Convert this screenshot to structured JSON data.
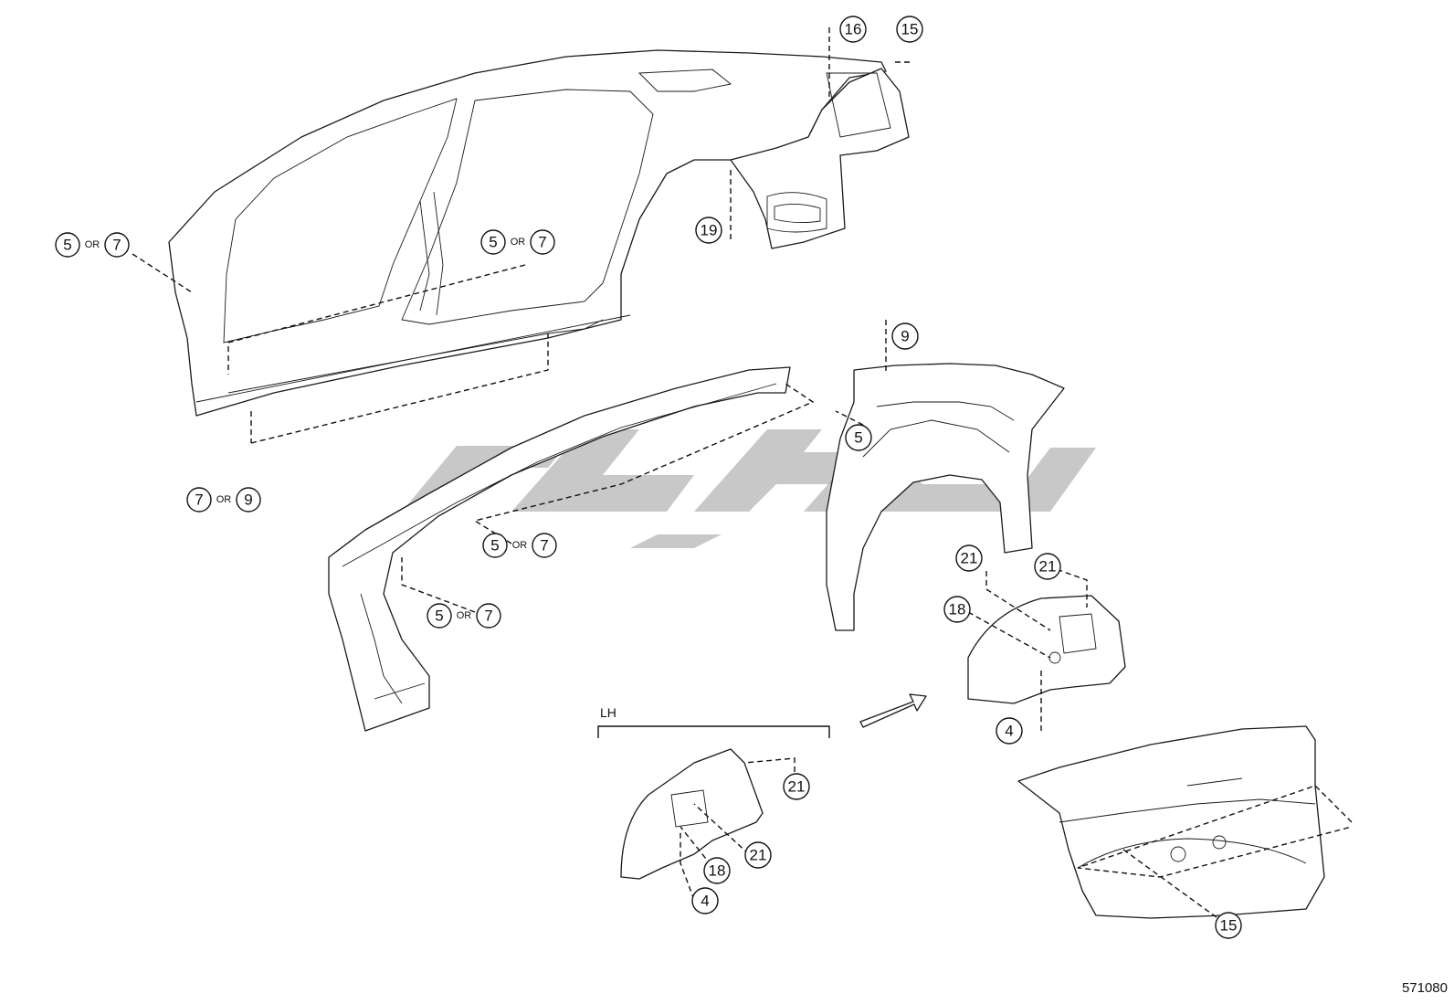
{
  "figure_id": "571080",
  "group_label": "LH",
  "or_word": "OR",
  "callouts": {
    "c16": "16",
    "c15_top": "15",
    "c19": "19",
    "c5a": "5",
    "c7a": "7",
    "c5b": "5",
    "c7b": "7",
    "c7c": "7",
    "c9c": "9",
    "c9_right": "9",
    "c5_right": "5",
    "c5d": "5",
    "c7d": "7",
    "c5e": "5",
    "c7e": "7",
    "c21_a": "21",
    "c21_b": "21",
    "c18_right": "18",
    "c4_right": "4",
    "c21_c": "21",
    "c21_d": "21",
    "c18_lh": "18",
    "c4_lh": "4",
    "c15_bottom": "15"
  }
}
